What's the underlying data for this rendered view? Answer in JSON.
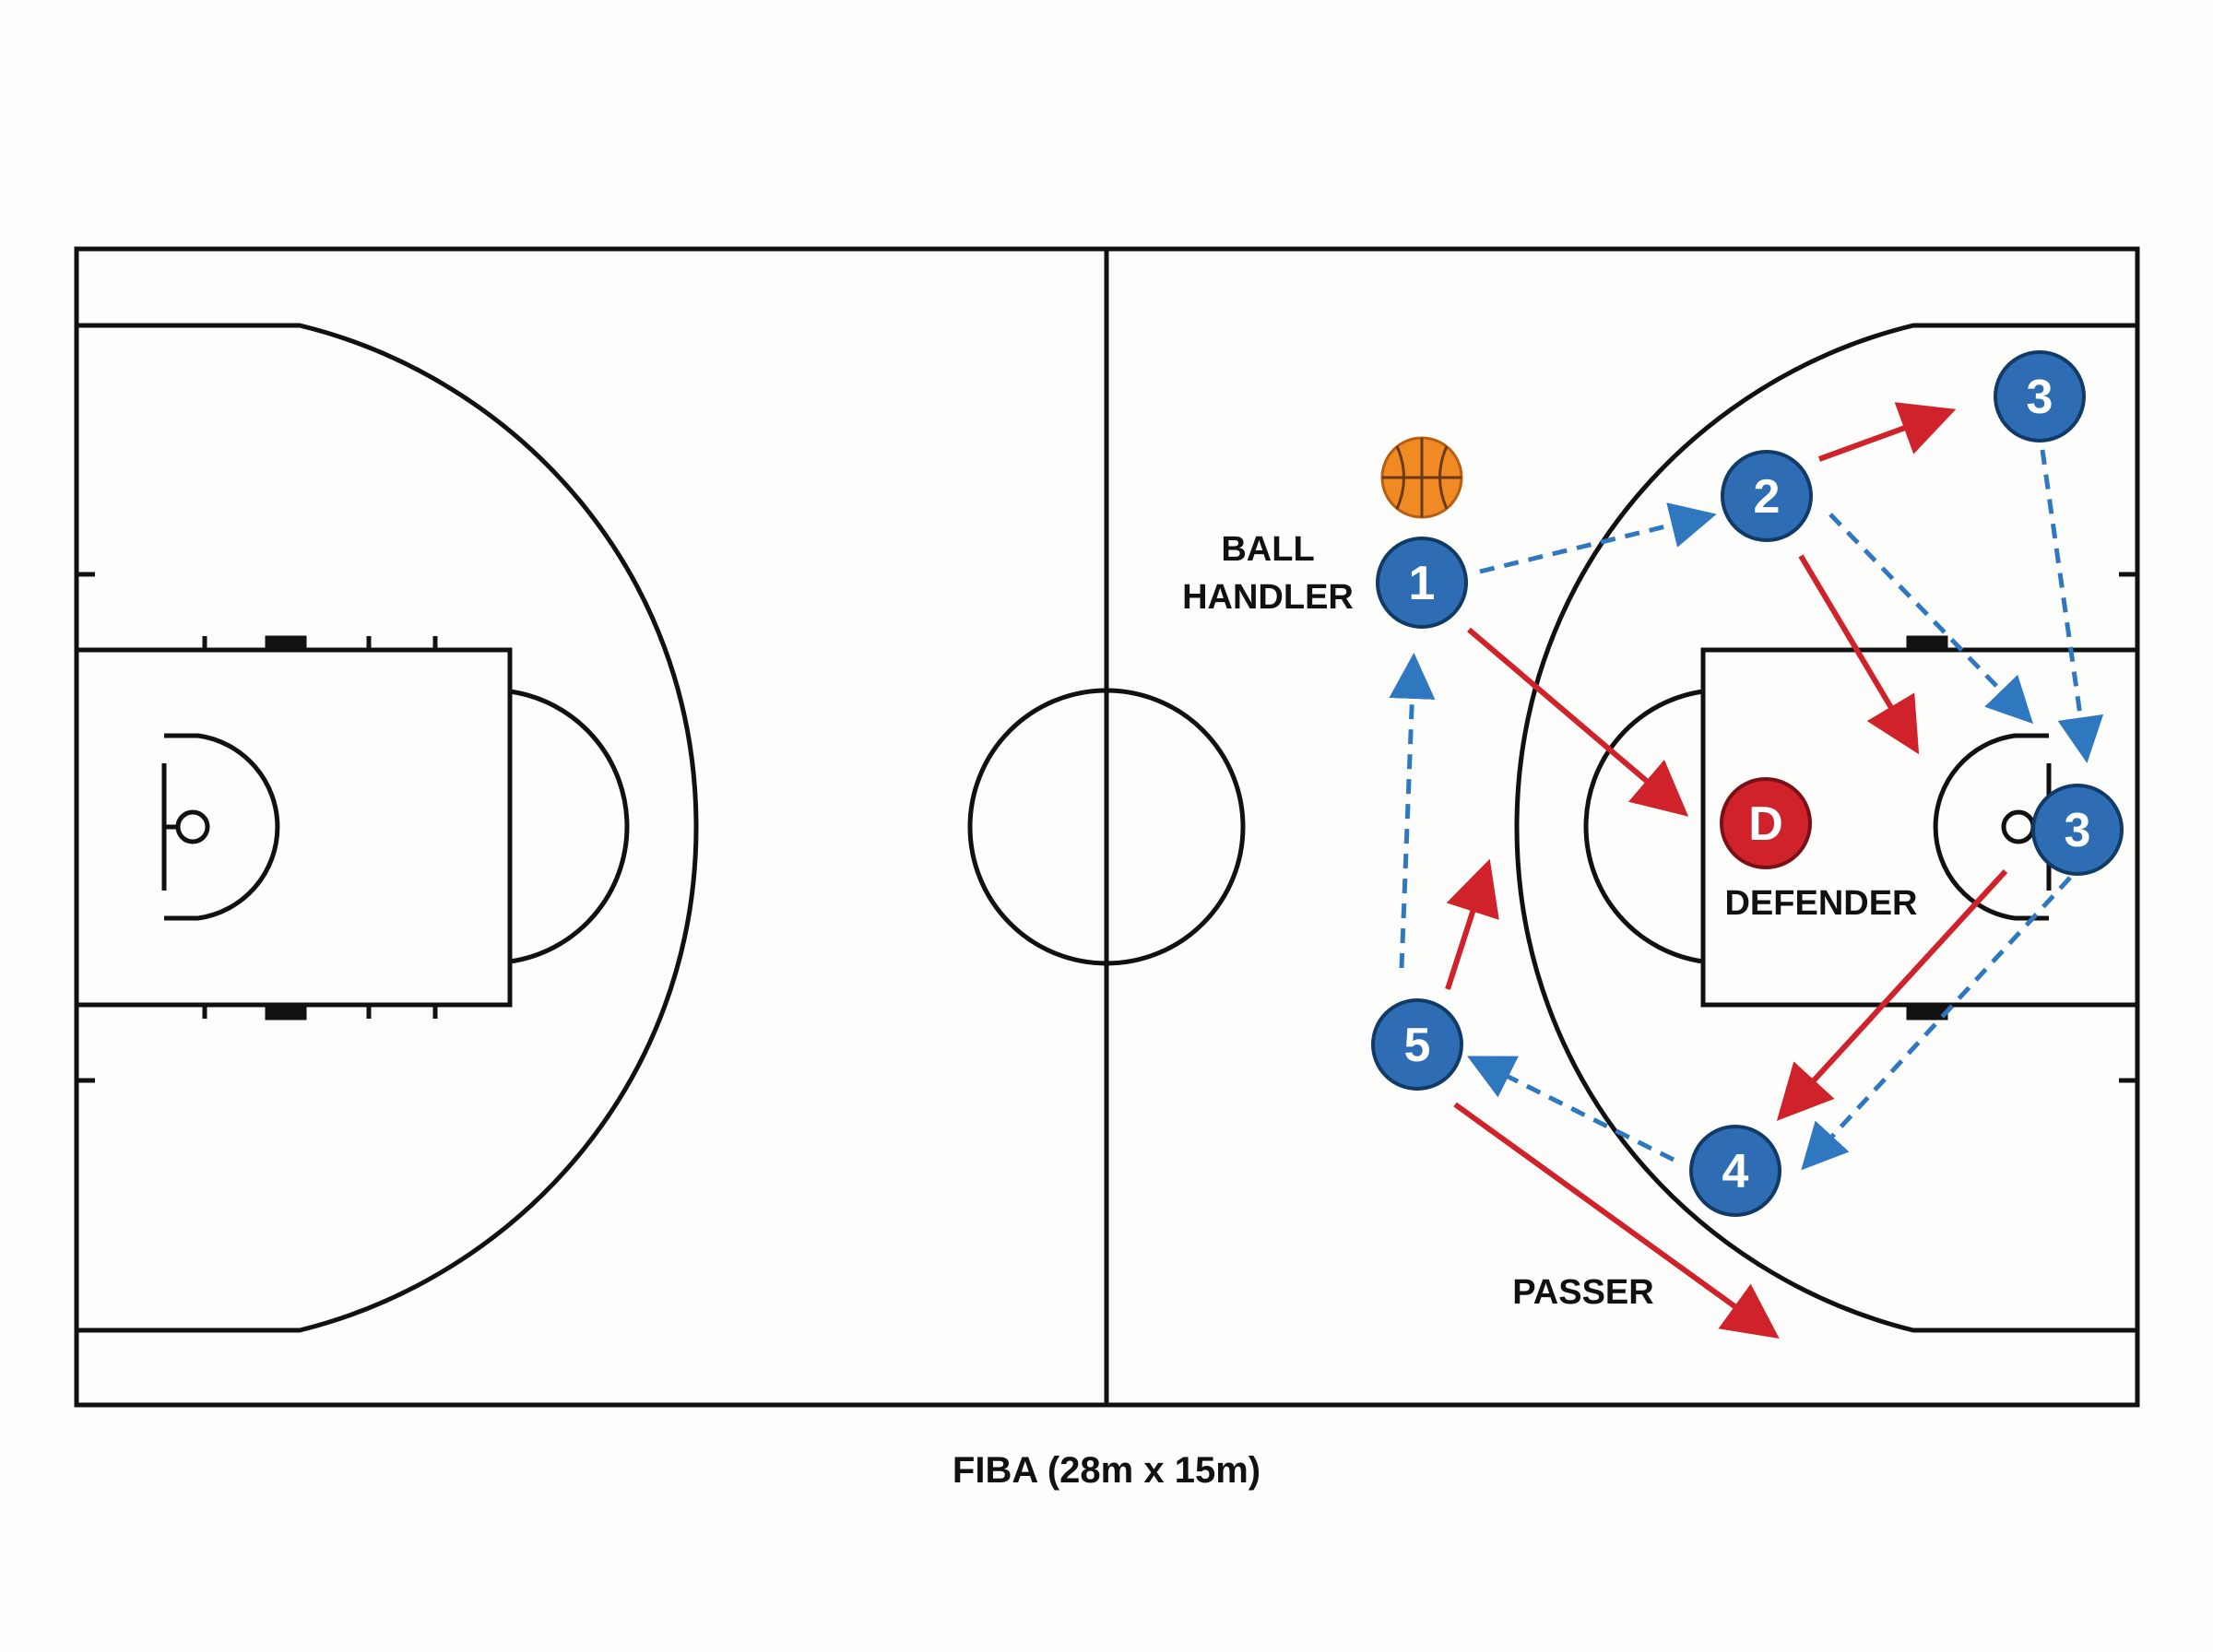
{
  "caption": "FIBA (28m x 15m)",
  "labels": {
    "ball_handler_line1": "BALL",
    "ball_handler_line2": "HANDLER",
    "defender": "DEFENDER",
    "passer": "PASSER"
  },
  "players": [
    {
      "id": "p1",
      "label": "1",
      "role": "offense"
    },
    {
      "id": "p2",
      "label": "2",
      "role": "offense"
    },
    {
      "id": "p3a",
      "label": "3",
      "role": "offense"
    },
    {
      "id": "p3b",
      "label": "3",
      "role": "offense"
    },
    {
      "id": "p4",
      "label": "4",
      "role": "offense"
    },
    {
      "id": "p5",
      "label": "5",
      "role": "offense"
    },
    {
      "id": "d",
      "label": "D",
      "role": "defense"
    }
  ],
  "legend_colors": {
    "offense": "#2e6db4",
    "defense": "#d0222a",
    "pass_arrow": "#2f78bf",
    "cut_arrow": "#d0222a",
    "ball": "#f08a24"
  },
  "icons": [
    "basketball-icon"
  ]
}
